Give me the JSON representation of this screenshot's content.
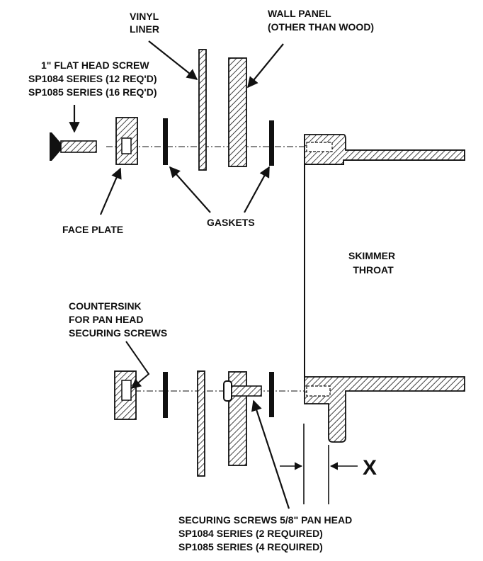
{
  "labels": {
    "vinyl_liner": [
      "VINYL",
      "LINER"
    ],
    "wall_panel": [
      "WALL PANEL",
      "(OTHER THAN WOOD)"
    ],
    "flat_head_screw": [
      "1\" FLAT HEAD SCREW",
      "SP1084 SERIES (12 REQ'D)",
      "SP1085 SERIES (16 REQ'D)"
    ],
    "face_plate": "FACE PLATE",
    "gaskets": "GASKETS",
    "skimmer_throat": [
      "SKIMMER",
      "THROAT"
    ],
    "countersink": [
      "COUNTERSINK",
      "FOR PAN HEAD",
      "SECURING SCREWS"
    ],
    "securing_screws": [
      "SECURING SCREWS 5/8\" PAN HEAD",
      "SP1084 SERIES (2 REQUIRED)",
      "SP1085 SERIES (4 REQUIRED)"
    ],
    "dimension": "X"
  }
}
